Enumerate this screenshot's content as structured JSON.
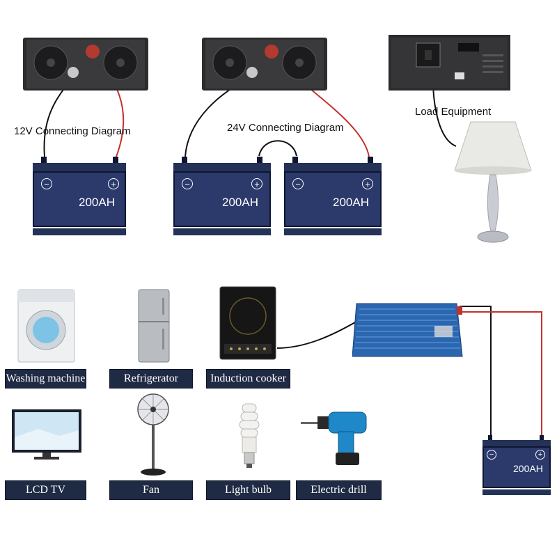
{
  "diagram": {
    "title_12v": "12V Connecting Diagram",
    "title_24v": "24V Connecting Diagram",
    "title_load": "Load Equipment",
    "battery_capacity": "200AH",
    "battery_minus": "−",
    "battery_plus": "+",
    "appliances": [
      {
        "label": "Washing machine"
      },
      {
        "label": "Refrigerator"
      },
      {
        "label": "Induction cooker"
      },
      {
        "label": "LCD TV"
      },
      {
        "label": "Fan"
      },
      {
        "label": "Light bulb"
      },
      {
        "label": "Electric drill"
      }
    ]
  }
}
